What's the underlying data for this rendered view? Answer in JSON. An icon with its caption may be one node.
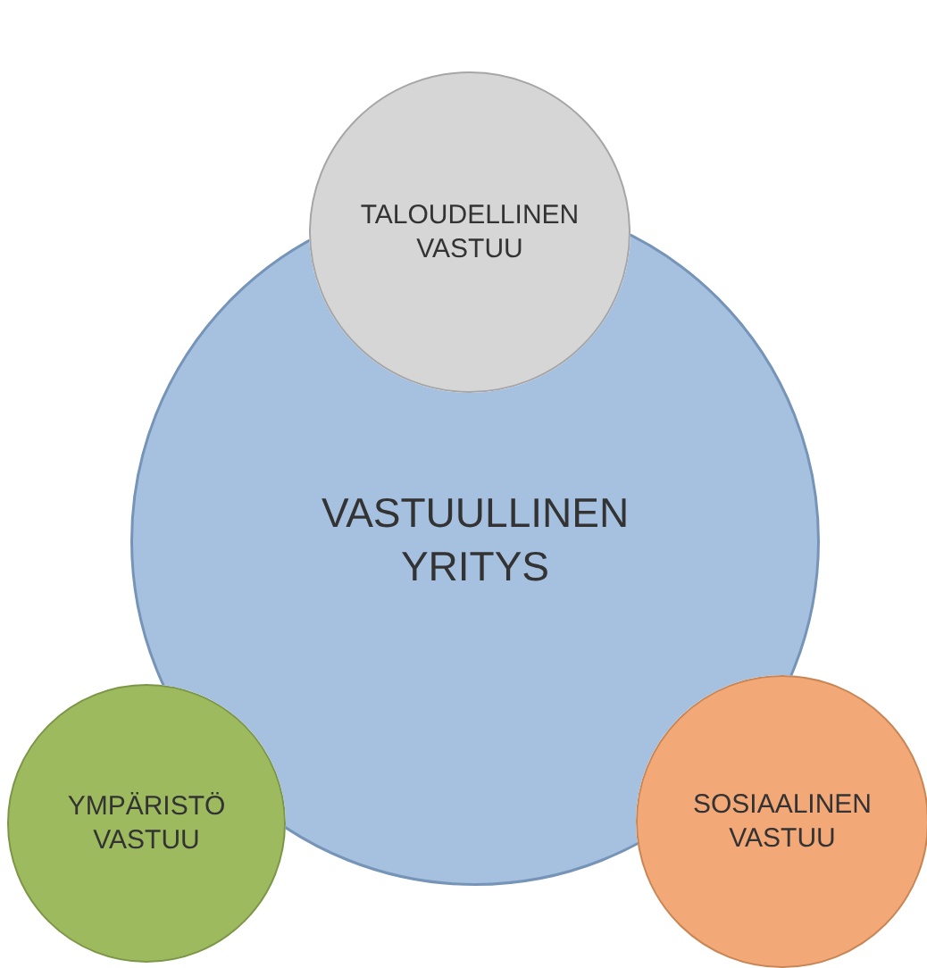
{
  "diagram": {
    "nodes": [
      {
        "text": [
          "TALOUDELLINEN VASTUU"
        ]
      },
      {
        "text": [
          "VASTUULLINEN YRITYS"
        ]
      },
      {
        "text": [
          "YMPÄRISTÖ VASTUU"
        ]
      },
      {
        "text": [
          "SOSIAALINEN VASTUU"
        ]
      }
    ]
  }
}
